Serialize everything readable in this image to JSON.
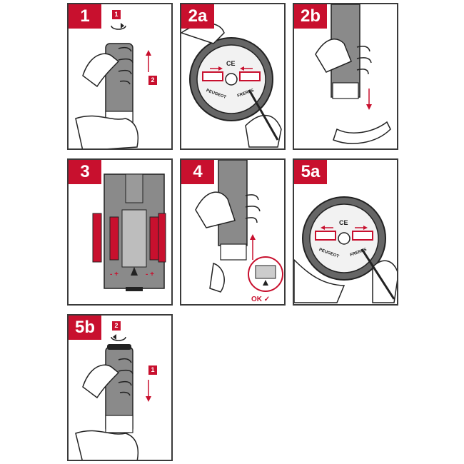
{
  "panels": [
    {
      "label": "1",
      "step_a": "1",
      "step_b": "2"
    },
    {
      "label": "2a",
      "ce": "CE",
      "brand_left": "PEUGEOT",
      "brand_right": "FRERES"
    },
    {
      "label": "2b"
    },
    {
      "label": "3"
    },
    {
      "label": "4",
      "ok": "OK ✓"
    },
    {
      "label": "5a",
      "ce": "CE",
      "brand_left": "PEUGEOT",
      "brand_right": "FRERES"
    },
    {
      "label": "5b",
      "step_a": "2",
      "step_b": "1"
    }
  ],
  "colors": {
    "accent": "#c8102e",
    "body": "#8a8a8a",
    "outline": "#222222"
  }
}
